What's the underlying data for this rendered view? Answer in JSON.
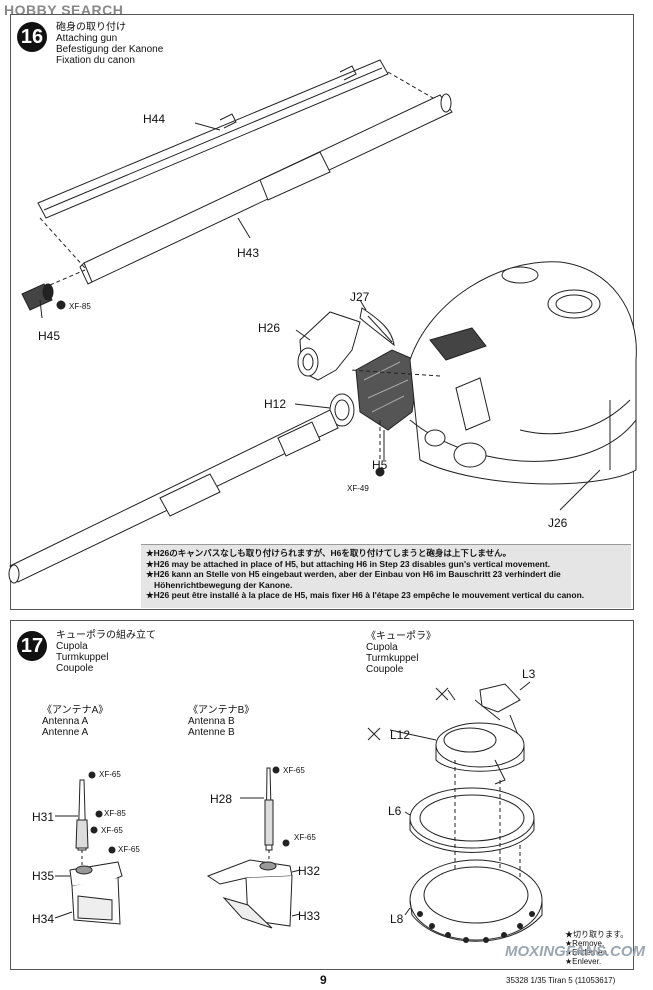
{
  "watermark": {
    "top": "HOBBY SEARCH",
    "bottom": "MOXINGFANS.COM"
  },
  "step16": {
    "number": "16",
    "title_jp": "砲身の取り付け",
    "title_en": "Attaching gun",
    "title_de": "Befestigung der Kanone",
    "title_fr": "Fixation du canon",
    "parts": {
      "h44": "H44",
      "h43": "H43",
      "h45": "H45",
      "xf85": "XF-85",
      "j27": "J27",
      "h26": "H26",
      "h12": "H12",
      "h5": "H5",
      "xf49": "XF-49",
      "j26": "J26"
    },
    "notes": [
      "★H26のキャンバスなしも取り付けられますが、H6を取り付けてしまうと砲身は上下しません。",
      "★H26 may be attached in place of H5, but attaching H6 in Step 23 disables gun's vertical movement.",
      "★H26 kann an Stelle von H5 eingebaut werden, aber der Einbau von H6 im Bauschritt 23 verhindert die",
      "Höhenrichtbewegung der Kanone.",
      "★H26 peut être installé à la place de H5, mais fixer H6 à l'étape 23 empêche le mouvement vertical du canon."
    ]
  },
  "step17": {
    "number": "17",
    "title_jp": "キューポラの組み立て",
    "title_en": "Cupola",
    "title_de": "Turmkuppel",
    "title_fr": "Coupole",
    "antenna_a": {
      "jp": "《アンテナA》",
      "en": "Antenna A",
      "de": "Antenne A"
    },
    "antenna_b": {
      "jp": "《アンテナB》",
      "en": "Antenna B",
      "de": "Antenne B"
    },
    "cupola": {
      "jp": "《キューポラ》",
      "en": "Cupola",
      "de": "Turmkuppel",
      "fr": "Coupole"
    },
    "parts": {
      "xf65": "XF-65",
      "xf85": "XF-85",
      "h31": "H31",
      "h35": "H35",
      "h34": "H34",
      "h28": "H28",
      "h32": "H32",
      "h33": "H33",
      "l3": "L3",
      "l12": "L12",
      "l6": "L6",
      "l8": "L8"
    },
    "remove": {
      "jp": "★切り取ります。",
      "en": "★Remove.",
      "de": "★Entfernen.",
      "fr": "★Enlever."
    }
  },
  "footer": {
    "page": "9",
    "code": "35328",
    "scale": "1/35 Tiran 5",
    "ref": "(11053617)"
  }
}
